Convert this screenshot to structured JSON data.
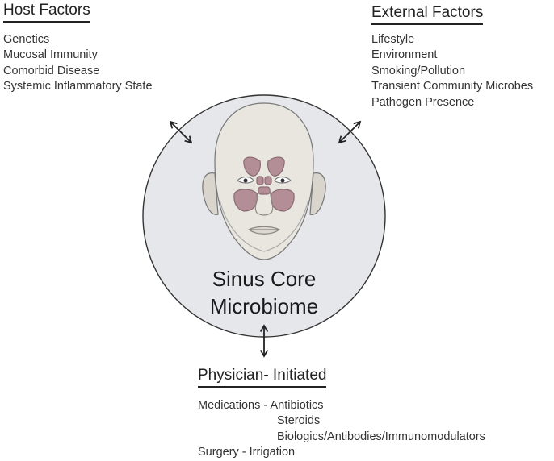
{
  "host_factors": {
    "heading": "Host Factors",
    "items": [
      "Genetics",
      "Mucosal Immunity",
      "Comorbid Disease",
      "Systemic Inflammatory State"
    ]
  },
  "external_factors": {
    "heading": "External Factors",
    "items": [
      "Lifestyle",
      "Environment",
      "Smoking/Pollution",
      "Transient Community Microbes",
      "Pathogen Presence"
    ]
  },
  "core": {
    "line1": "Sinus Core",
    "line2": "Microbiome"
  },
  "physician": {
    "heading": "Physician- Initiated",
    "items": [
      "Medications - Antibiotics",
      "Steroids",
      "Biologics/Antibodies/Immunomodulators",
      "Surgery - Irrigation"
    ]
  },
  "colors": {
    "circle_fill": "#e6e7eb",
    "circle_stroke": "#333333",
    "face_fill": "#e9e6df",
    "sinus_fill": "#b48e97"
  },
  "icons": [
    "double-arrow-icon",
    "face-illustration"
  ]
}
